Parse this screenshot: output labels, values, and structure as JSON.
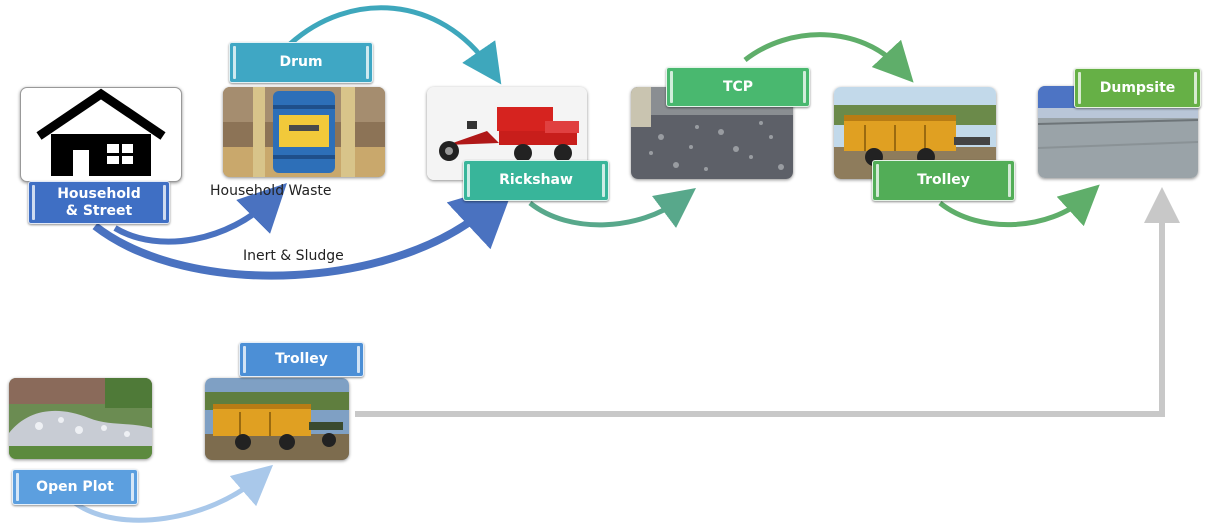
{
  "labels": {
    "household_street_line1": "Household",
    "household_street_line2": "& Street",
    "drum": "Drum",
    "rickshaw": "Rickshaw",
    "tcp": "TCP",
    "trolley_top": "Trolley",
    "dumpsite": "Dumpsite",
    "trolley_bottom": "Trolley",
    "open_plot": "Open Plot"
  },
  "captions": {
    "household_waste": "Household Waste",
    "inert_sludge": "Inert & Sludge"
  },
  "colors": {
    "household_label": "#3f6fc4",
    "drum_label": "#3fa7c4",
    "rickshaw_label": "#38b59a",
    "tcp_label": "#49b86f",
    "trolley_top_label": "#52ad57",
    "dumpsite_label": "#66b046",
    "trolley_bottom_label": "#4c8fd6",
    "open_plot_label": "#5c9fdf",
    "gray_connector": "#c8c8c8"
  },
  "icons": {
    "household": "house-icon",
    "drum": "drum-photo",
    "rickshaw": "rickshaw-photo",
    "tcp": "tcp-photo",
    "trolley": "trolley-photo",
    "dumpsite": "dumpsite-photo",
    "open_plot": "open-plot-photo"
  }
}
